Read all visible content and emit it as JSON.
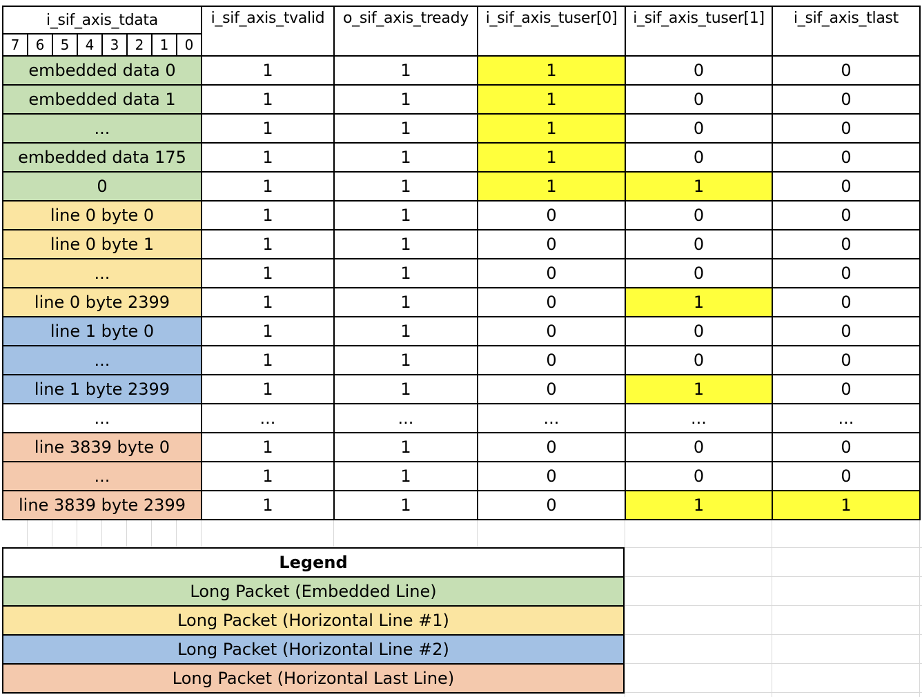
{
  "headers": {
    "tdata": "i_sif_axis_tdata",
    "tvalid": "i_sif_axis_tvalid",
    "tready": "o_sif_axis_tready",
    "tuser0": "i_sif_axis_tuser[0]",
    "tuser1": "i_sif_axis_tuser[1]",
    "tlast": "i_sif_axis_tlast"
  },
  "bits": [
    "7",
    "6",
    "5",
    "4",
    "3",
    "2",
    "1",
    "0"
  ],
  "rows": [
    {
      "tdata": "embedded data 0",
      "tvalid": "1",
      "tready": "1",
      "tuser0": "1",
      "tuser1": "0",
      "tlast": "0",
      "group": "green",
      "hl_tuser0": true,
      "hl_tuser1": false,
      "hl_tlast": false
    },
    {
      "tdata": "embedded data 1",
      "tvalid": "1",
      "tready": "1",
      "tuser0": "1",
      "tuser1": "0",
      "tlast": "0",
      "group": "green",
      "hl_tuser0": true,
      "hl_tuser1": false,
      "hl_tlast": false
    },
    {
      "tdata": "...",
      "tvalid": "1",
      "tready": "1",
      "tuser0": "1",
      "tuser1": "0",
      "tlast": "0",
      "group": "green",
      "hl_tuser0": true,
      "hl_tuser1": false,
      "hl_tlast": false
    },
    {
      "tdata": "embedded data 175",
      "tvalid": "1",
      "tready": "1",
      "tuser0": "1",
      "tuser1": "0",
      "tlast": "0",
      "group": "green",
      "hl_tuser0": true,
      "hl_tuser1": false,
      "hl_tlast": false
    },
    {
      "tdata": "0",
      "tvalid": "1",
      "tready": "1",
      "tuser0": "1",
      "tuser1": "1",
      "tlast": "0",
      "group": "green",
      "hl_tuser0": true,
      "hl_tuser1": true,
      "hl_tlast": false
    },
    {
      "tdata": "line 0 byte 0",
      "tvalid": "1",
      "tready": "1",
      "tuser0": "0",
      "tuser1": "0",
      "tlast": "0",
      "group": "orange",
      "hl_tuser0": false,
      "hl_tuser1": false,
      "hl_tlast": false
    },
    {
      "tdata": "line 0 byte 1",
      "tvalid": "1",
      "tready": "1",
      "tuser0": "0",
      "tuser1": "0",
      "tlast": "0",
      "group": "orange",
      "hl_tuser0": false,
      "hl_tuser1": false,
      "hl_tlast": false
    },
    {
      "tdata": "...",
      "tvalid": "1",
      "tready": "1",
      "tuser0": "0",
      "tuser1": "0",
      "tlast": "0",
      "group": "orange",
      "hl_tuser0": false,
      "hl_tuser1": false,
      "hl_tlast": false
    },
    {
      "tdata": "line 0 byte 2399",
      "tvalid": "1",
      "tready": "1",
      "tuser0": "0",
      "tuser1": "1",
      "tlast": "0",
      "group": "orange",
      "hl_tuser0": false,
      "hl_tuser1": true,
      "hl_tlast": false
    },
    {
      "tdata": "line 1 byte 0",
      "tvalid": "1",
      "tready": "1",
      "tuser0": "0",
      "tuser1": "0",
      "tlast": "0",
      "group": "blue",
      "hl_tuser0": false,
      "hl_tuser1": false,
      "hl_tlast": false
    },
    {
      "tdata": "...",
      "tvalid": "1",
      "tready": "1",
      "tuser0": "0",
      "tuser1": "0",
      "tlast": "0",
      "group": "blue",
      "hl_tuser0": false,
      "hl_tuser1": false,
      "hl_tlast": false
    },
    {
      "tdata": "line 1 byte 2399",
      "tvalid": "1",
      "tready": "1",
      "tuser0": "0",
      "tuser1": "1",
      "tlast": "0",
      "group": "blue",
      "hl_tuser0": false,
      "hl_tuser1": true,
      "hl_tlast": false
    },
    {
      "tdata": "...",
      "tvalid": "...",
      "tready": "...",
      "tuser0": "...",
      "tuser1": "...",
      "tlast": "...",
      "group": "white",
      "hl_tuser0": false,
      "hl_tuser1": false,
      "hl_tlast": false
    },
    {
      "tdata": "line 3839 byte 0",
      "tvalid": "1",
      "tready": "1",
      "tuser0": "0",
      "tuser1": "0",
      "tlast": "0",
      "group": "salmon",
      "hl_tuser0": false,
      "hl_tuser1": false,
      "hl_tlast": false
    },
    {
      "tdata": "...",
      "tvalid": "1",
      "tready": "1",
      "tuser0": "0",
      "tuser1": "0",
      "tlast": "0",
      "group": "salmon",
      "hl_tuser0": false,
      "hl_tuser1": false,
      "hl_tlast": false
    },
    {
      "tdata": "line 3839 byte 2399",
      "tvalid": "1",
      "tready": "1",
      "tuser0": "0",
      "tuser1": "1",
      "tlast": "1",
      "group": "salmon",
      "hl_tuser0": false,
      "hl_tuser1": true,
      "hl_tlast": true
    }
  ],
  "legend": {
    "title": "Legend",
    "items": [
      {
        "label": "Long Packet (Embedded Line)",
        "group": "green"
      },
      {
        "label": "Long Packet (Horizontal Line #1)",
        "group": "orange"
      },
      {
        "label": "Long Packet (Horizontal Line #2)",
        "group": "blue"
      },
      {
        "label": "Long Packet (Horizontal Last Line)",
        "group": "salmon"
      }
    ]
  },
  "colors": {
    "green": "#c6dfb4",
    "orange": "#fbe5a1",
    "blue": "#a3c1e4",
    "salmon": "#f4c9ad",
    "highlight": "#ffff3c"
  }
}
